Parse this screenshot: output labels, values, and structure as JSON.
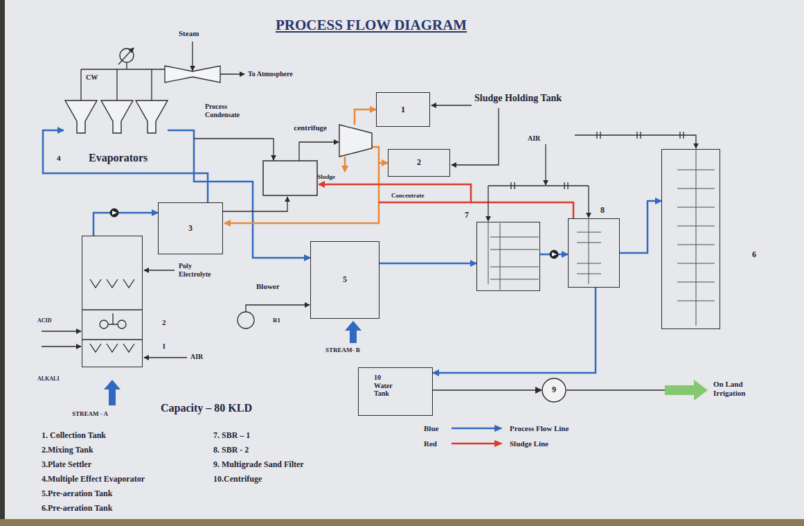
{
  "diagram": {
    "title": "PROCESS FLOW DIAGRAM",
    "nodes": [
      {
        "text": [
          "1"
        ]
      },
      {
        "text": [
          "Evaporators"
        ]
      },
      {
        "text": [
          "centrifuge"
        ]
      },
      {
        "text": [
          "2"
        ]
      },
      {
        "text": [
          "6"
        ]
      },
      {
        "text": [
          "3"
        ]
      },
      {
        "text": [
          "8"
        ]
      },
      {
        "text": [
          "7"
        ]
      },
      {
        "text": [
          "2",
          "1"
        ]
      },
      {
        "text": [
          "5"
        ]
      },
      {
        "text": [
          "10 Water Tank"
        ]
      },
      {
        "text": [
          "9"
        ]
      }
    ],
    "edges": [
      {
        "from": 8,
        "to": 5,
        "arrow": "to"
      },
      {
        "from": 5,
        "to": 1,
        "arrow": "to"
      },
      {
        "from": 1,
        "to": 9,
        "arrow": "to"
      },
      {
        "from": 2,
        "to": 0,
        "arrow": "to"
      },
      {
        "from": 2,
        "to": 3,
        "arrow": "to"
      },
      {
        "from": 9,
        "to": 7,
        "arrow": "to"
      },
      {
        "from": 7,
        "to": 6,
        "arrow": "to"
      },
      {
        "from": 6,
        "to": 4,
        "arrow": "to"
      },
      {
        "from": 6,
        "to": 10,
        "arrow": "to"
      },
      {
        "from": 10,
        "to": 11,
        "arrow": "to"
      }
    ],
    "labels": [
      "Steam",
      "To Atmosphere",
      "CW",
      "Sludge Holding Tank",
      "Process Condensate",
      "AIR",
      "4",
      "Sludge",
      "Concentrate",
      "Poly Electrolyte",
      "Blower",
      "R1",
      "ACID",
      "AIR",
      "ALKALI",
      "STREAM- B",
      "STREAM - A",
      "Capacity – 80 KLD",
      "On Land Irrigation",
      "1. Collection Tank",
      "2.Mixing Tank",
      "3.Plate Settler",
      "4.Multiple Effect Evaporator",
      "5.Pre-aeration Tank",
      "6.Pre-aeration Tank",
      "7. SBR – 1",
      "8. SBR - 2",
      "9. Multigrade Sand Filter",
      "10.Centrifuge",
      "Blue",
      "Red"
    ],
    "legend": [
      {
        "text": "Process Flow Line",
        "color": "#3168c0"
      },
      {
        "text": "Sludge Line",
        "color": "#d63c2c"
      }
    ]
  }
}
